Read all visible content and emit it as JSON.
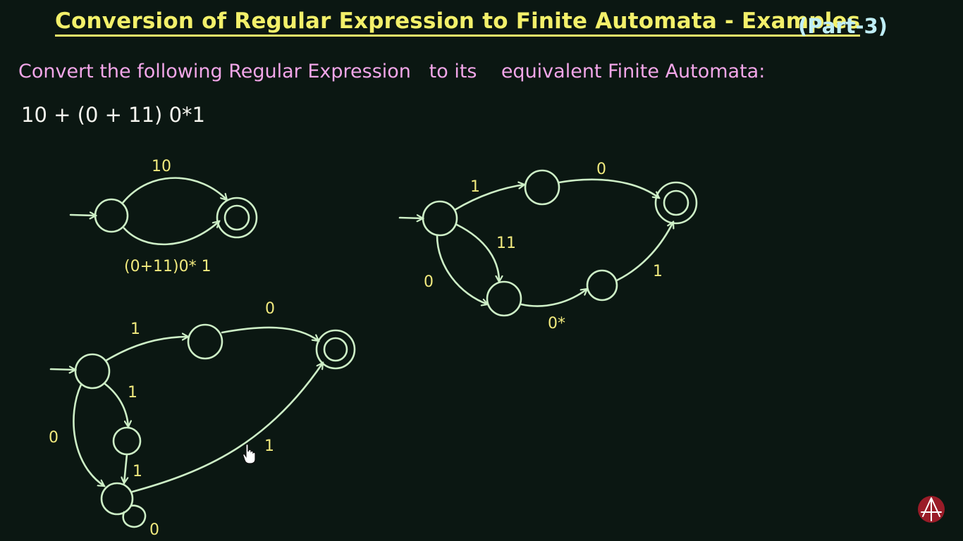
{
  "header": {
    "title": "Conversion of Regular Expression to Finite Automata - Examples",
    "part": "(Part-3)"
  },
  "question": {
    "prompt": "Convert the following Regular Expression   to its    equivalent Finite Automata:",
    "expression": "10 + (0 + 11) 0*1"
  },
  "diagrams": {
    "step1": {
      "top_label": "10",
      "bottom_label": "(0+11)0* 1"
    },
    "step2": {
      "label_1": "1",
      "label_0_top": "0",
      "label_11": "11",
      "label_0_left": "0",
      "label_0star": "0*",
      "label_1_right": "1"
    },
    "step3": {
      "label_1_top": "1",
      "label_0_top": "0",
      "label_1_mid": "1",
      "label_0_left": "0",
      "label_1_lower": "1",
      "label_1_long": "1",
      "label_0_loop": "0"
    }
  },
  "icons": {
    "cursor": "hand-cursor-icon",
    "logo": "channel-logo-icon"
  },
  "colors": {
    "background": "#0b1712",
    "title": "#f3f06a",
    "part": "#bfeef6",
    "prompt": "#f2a6e8",
    "expression": "#f4f4ee",
    "drawing": "#cdeec6",
    "labels": "#f1ea7e"
  }
}
